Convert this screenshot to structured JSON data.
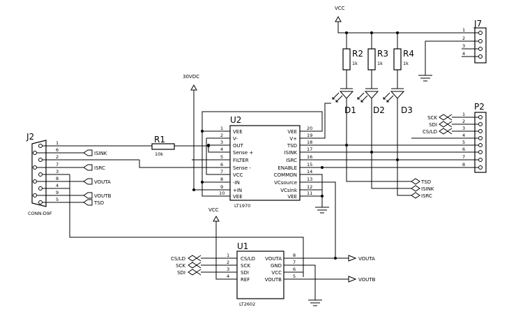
{
  "power": {
    "vcc": "VCC",
    "v30": "30VDC"
  },
  "resistors": [
    {
      "ref": "R1",
      "value": "10k"
    },
    {
      "ref": "R2",
      "value": "1k"
    },
    {
      "ref": "R3",
      "value": "1k"
    },
    {
      "ref": "R4",
      "value": "1k"
    }
  ],
  "diodes": [
    "D1",
    "D2",
    "D3"
  ],
  "u2": {
    "ref": "U2",
    "part": "LT1970",
    "left_pins": [
      {
        "num": "1",
        "name": "VEE"
      },
      {
        "num": "2",
        "name": "V-"
      },
      {
        "num": "3",
        "name": "OUT"
      },
      {
        "num": "4",
        "name": "Sense +"
      },
      {
        "num": "5",
        "name": "FILTER"
      },
      {
        "num": "6",
        "name": "Sense -"
      },
      {
        "num": "7",
        "name": "VCC"
      },
      {
        "num": "8",
        "name": "-IN"
      },
      {
        "num": "9",
        "name": "+IN"
      },
      {
        "num": "10",
        "name": "VEE"
      }
    ],
    "right_pins": [
      {
        "num": "20",
        "name": "VEE"
      },
      {
        "num": "19",
        "name": "V+"
      },
      {
        "num": "18",
        "name": "TSD"
      },
      {
        "num": "17",
        "name": "ISINK"
      },
      {
        "num": "16",
        "name": "ISRC"
      },
      {
        "num": "15",
        "name": "ENABLE"
      },
      {
        "num": "14",
        "name": "COMMON"
      },
      {
        "num": "13",
        "name": "VCsource"
      },
      {
        "num": "12",
        "name": "VCsink"
      },
      {
        "num": "11",
        "name": "VEE"
      }
    ]
  },
  "u1": {
    "ref": "U1",
    "part": "LT2602",
    "left_pins": [
      {
        "num": "1",
        "name": "CS/LD"
      },
      {
        "num": "2",
        "name": "SCK"
      },
      {
        "num": "3",
        "name": "SDI"
      },
      {
        "num": "4",
        "name": "REF"
      }
    ],
    "right_pins": [
      {
        "num": "8",
        "name": "VOUTA"
      },
      {
        "num": "7",
        "name": "GND"
      },
      {
        "num": "6",
        "name": "VCC"
      },
      {
        "num": "5",
        "name": "VOUTB"
      }
    ]
  },
  "j2": {
    "ref": "J2",
    "part": "CONN-D9F",
    "pins": [
      {
        "num": "1",
        "net": ""
      },
      {
        "num": "6",
        "net": "ISINK"
      },
      {
        "num": "2",
        "net": ""
      },
      {
        "num": "7",
        "net": "ISRC"
      },
      {
        "num": "3",
        "net": ""
      },
      {
        "num": "8",
        "net": "VOUTA"
      },
      {
        "num": "4",
        "net": ""
      },
      {
        "num": "9",
        "net": "VOUTB"
      },
      {
        "num": "5",
        "net": "TSD"
      }
    ]
  },
  "j7": {
    "ref": "J7",
    "pins": [
      "1",
      "2",
      "3",
      "4"
    ]
  },
  "p2": {
    "ref": "P2",
    "pins": [
      "1",
      "2",
      "3",
      "4",
      "5",
      "6",
      "7",
      "8"
    ],
    "nets": [
      "SCK",
      "SDI",
      "CS/LD"
    ]
  },
  "p2_side_nets": [
    "TSD",
    "ISINK",
    "ISRC"
  ],
  "u1_inputs": [
    "CS/LD",
    "SCK",
    "SDI"
  ],
  "u1_outputs": [
    "VOUTA",
    "VOUTB"
  ]
}
